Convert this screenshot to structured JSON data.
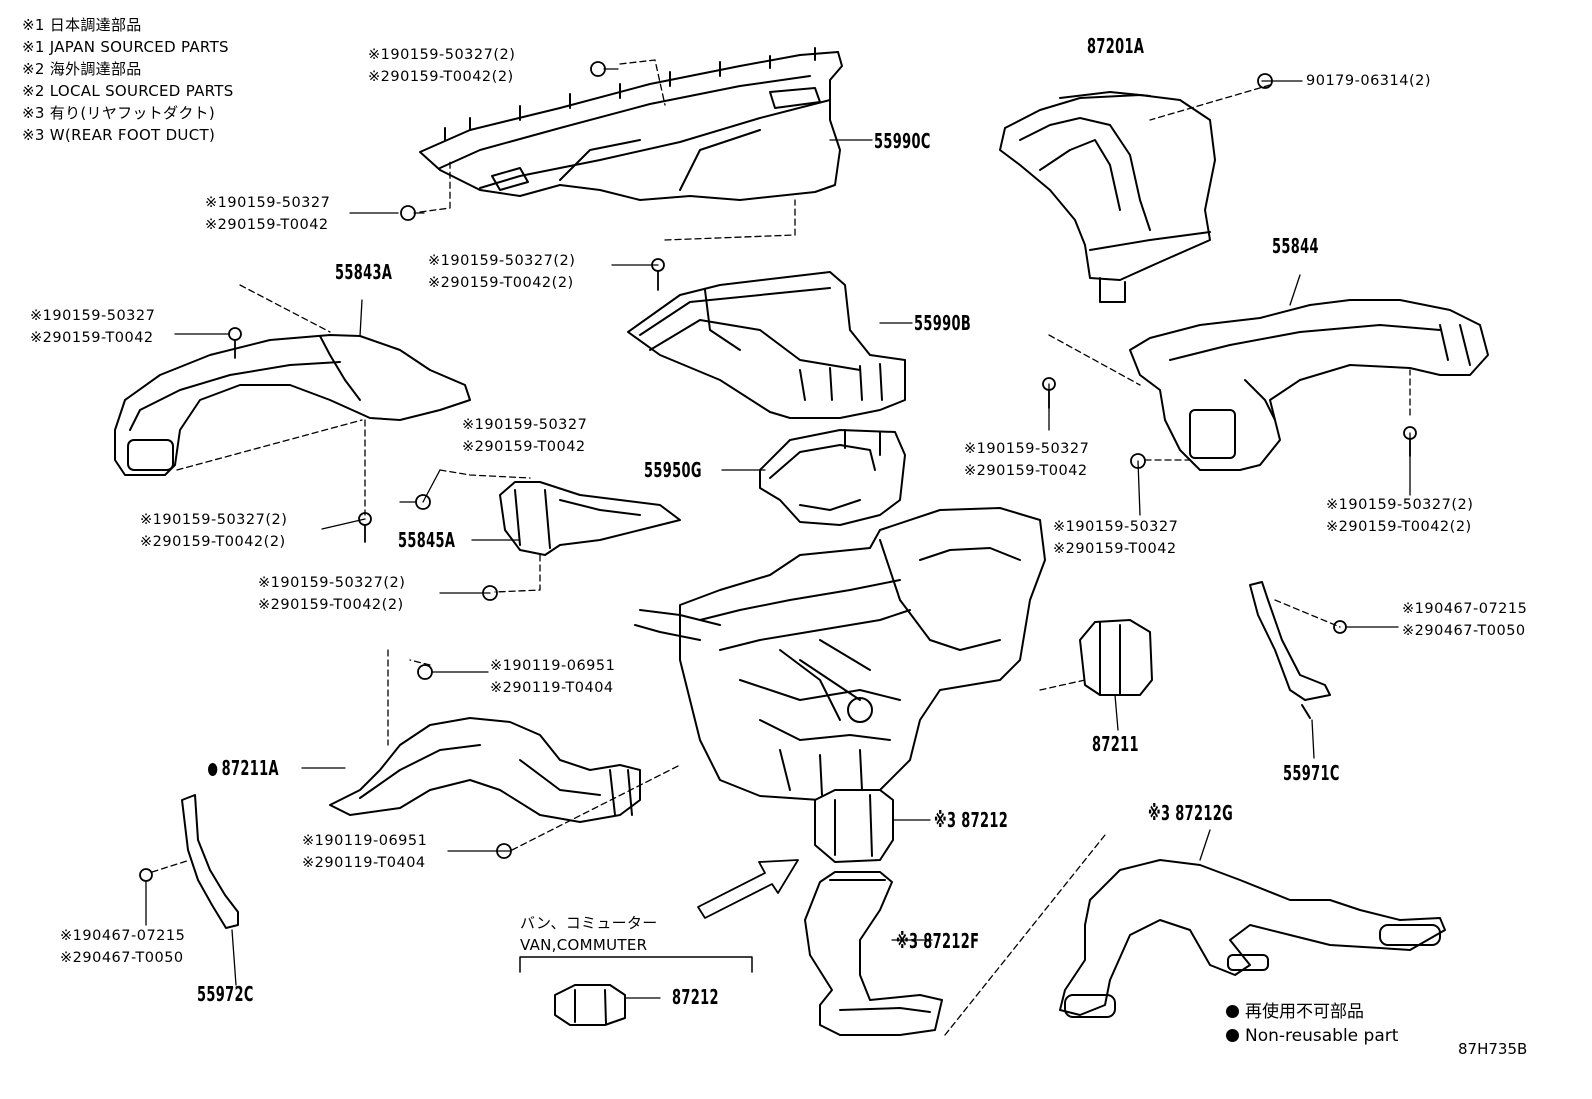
{
  "legend": [
    "※1 日本調達部品",
    "※1 JAPAN SOURCED PARTS",
    "※2 海外調達部品",
    "※2 LOCAL SOURCED PARTS",
    "※3 有り(リヤフットダクト)",
    "※3 W(REAR FOOT DUCT)"
  ],
  "parts": {
    "p87201A": "87201A",
    "p55990C": "55990C",
    "p55990B": "55990B",
    "p55843A": "55843A",
    "p55844": "55844",
    "p55950G": "55950G",
    "p55845A": "55845A",
    "p87211": "87211",
    "p55971C": "55971C",
    "p87211A": "87211A",
    "p87212_a": "※3 87212",
    "p87212G": "※3 87212G",
    "p87212F": "※3 87212F",
    "p87212_b": "87212",
    "p55972C": "55972C"
  },
  "fasteners": {
    "f_top": [
      "※190159-50327(2)",
      "※290159-T0042(2)"
    ],
    "f_left_c": [
      "※190159-50327",
      "※290159-T0042"
    ],
    "f_center_b": [
      "※190159-50327(2)",
      "※290159-T0042(2)"
    ],
    "f_90179": "90179-06314(2)",
    "f_55843a_top": [
      "※190159-50327",
      "※290159-T0042"
    ],
    "f_55845a_top": [
      "※190159-50327",
      "※290159-T0042"
    ],
    "f_55843a_bot": [
      "※190159-50327(2)",
      "※290159-T0042(2)"
    ],
    "f_55845a_bot": [
      "※190159-50327(2)",
      "※290159-T0042(2)"
    ],
    "f_right_mid": [
      "※190159-50327",
      "※290159-T0042"
    ],
    "f_right_lower": [
      "※190159-50327",
      "※290159-T0042"
    ],
    "f_55844_right": [
      "※190159-50327(2)",
      "※290159-T0042(2)"
    ],
    "f_right_clip": [
      "※190467-07215",
      "※290467-T0050"
    ],
    "f_87211a_top": [
      "※190119-06951",
      "※290119-T0404"
    ],
    "f_87211a_bot": [
      "※190119-06951",
      "※290119-T0404"
    ],
    "f_left_clip": [
      "※190467-07215",
      "※290467-T0050"
    ]
  },
  "van_note": [
    "バン、コミューター",
    "VAN,COMMUTER"
  ],
  "nonreusable": [
    "再使用不可部品",
    "Non-reusable part"
  ],
  "diagram_code": "87H735B"
}
